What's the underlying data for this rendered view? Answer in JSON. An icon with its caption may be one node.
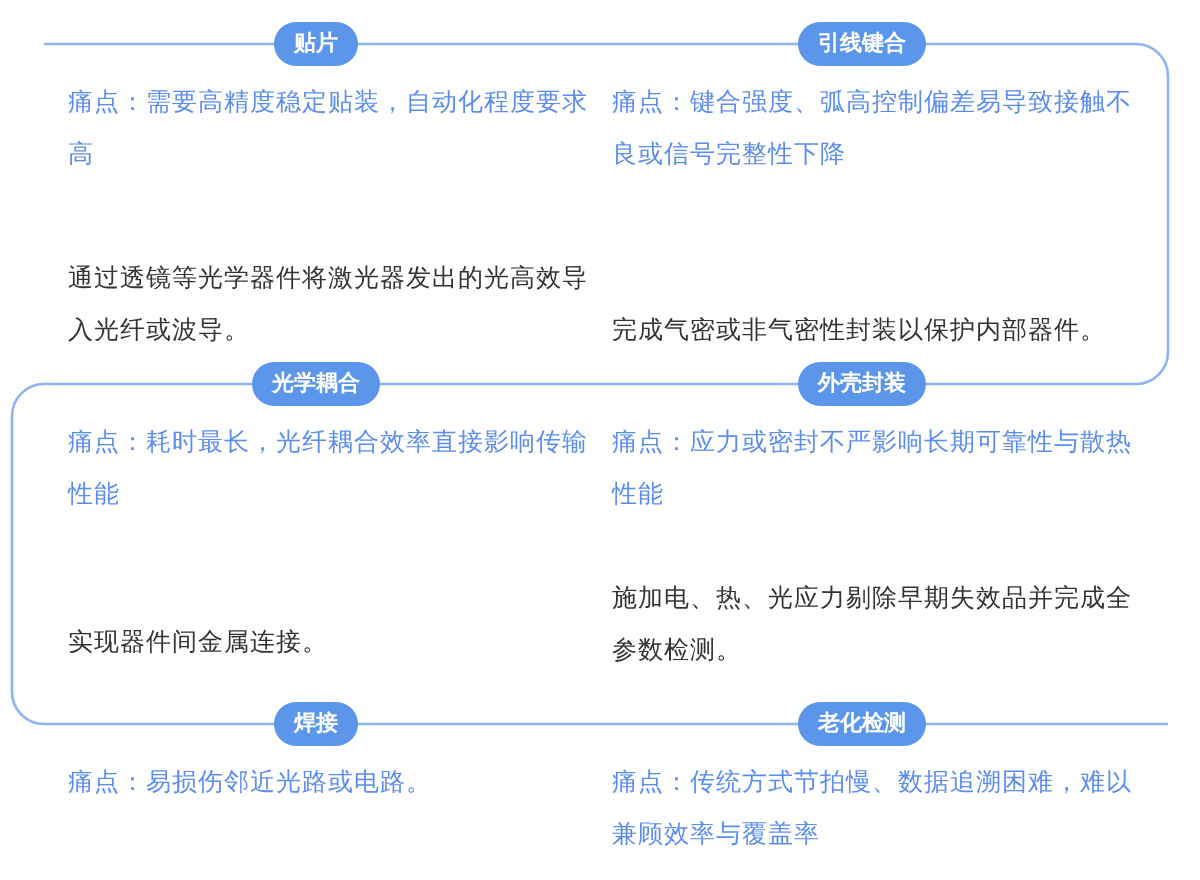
{
  "diagram": {
    "nodes": [
      {
        "text": [
          "贴片"
        ],
        "beside": [
          "痛点：需要高精度稳定贴装，自动化程度要求高"
        ]
      },
      {
        "text": [
          "引线键合"
        ],
        "beside": [
          "痛点：键合强度、弧高控制偏差易导致接触不良或信号完整性下降"
        ]
      },
      {
        "text": [
          "光学耦合"
        ],
        "beside": [
          "通过透镜等光学器件将激光器发出的光高效导入光纤或波导。",
          "痛点：耗时最长，光纤耦合效率直接影响传输性能"
        ]
      },
      {
        "text": [
          "外壳封装"
        ],
        "beside": [
          "完成气密或非气密性封装以保护内部器件。",
          "痛点：应力或密封不严影响长期可靠性与散热性能"
        ]
      },
      {
        "text": [
          "焊接"
        ],
        "beside": [
          "实现器件间金属连接。",
          "痛点：易损伤邻近光路或电路。"
        ]
      },
      {
        "text": [
          "老化检测"
        ],
        "beside": [
          "施加电、热、光应力剔除早期失效品并完成全参数检测。",
          "痛点：传统方式节拍慢、数据追溯困难，难以兼顾效率与覆盖率"
        ]
      }
    ],
    "edges": [
      {
        "from": 0,
        "to": 1,
        "arrow": "none"
      },
      {
        "from": 1,
        "to": 3,
        "arrow": "none"
      },
      {
        "from": 3,
        "to": 2,
        "arrow": "none"
      },
      {
        "from": 2,
        "to": 4,
        "arrow": "none"
      },
      {
        "from": 4,
        "to": 5,
        "arrow": "none"
      }
    ]
  }
}
